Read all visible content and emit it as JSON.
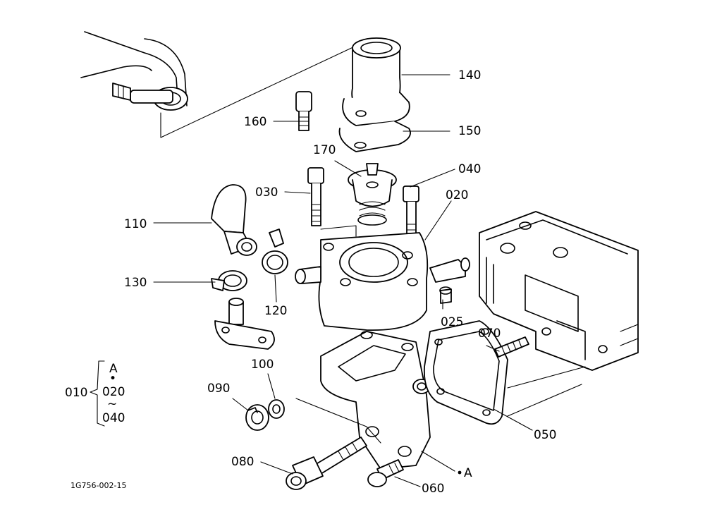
{
  "diagram": {
    "reference_code": "1G756-002-15",
    "callouts": {
      "c140": "140",
      "c150": "150",
      "c160": "160",
      "c170": "170",
      "c040": "040",
      "c030": "030",
      "c020": "020",
      "c110": "110",
      "c130": "130",
      "c120": "120",
      "c025": "025",
      "c070": "070",
      "c100": "100",
      "c090": "090",
      "c050": "050",
      "c080": "080",
      "c060": "060",
      "cA": "A"
    },
    "assembly_group": {
      "id": "010",
      "top": "A",
      "middle": "020",
      "bottom": "040",
      "dot": "•",
      "tilde": "~"
    }
  }
}
